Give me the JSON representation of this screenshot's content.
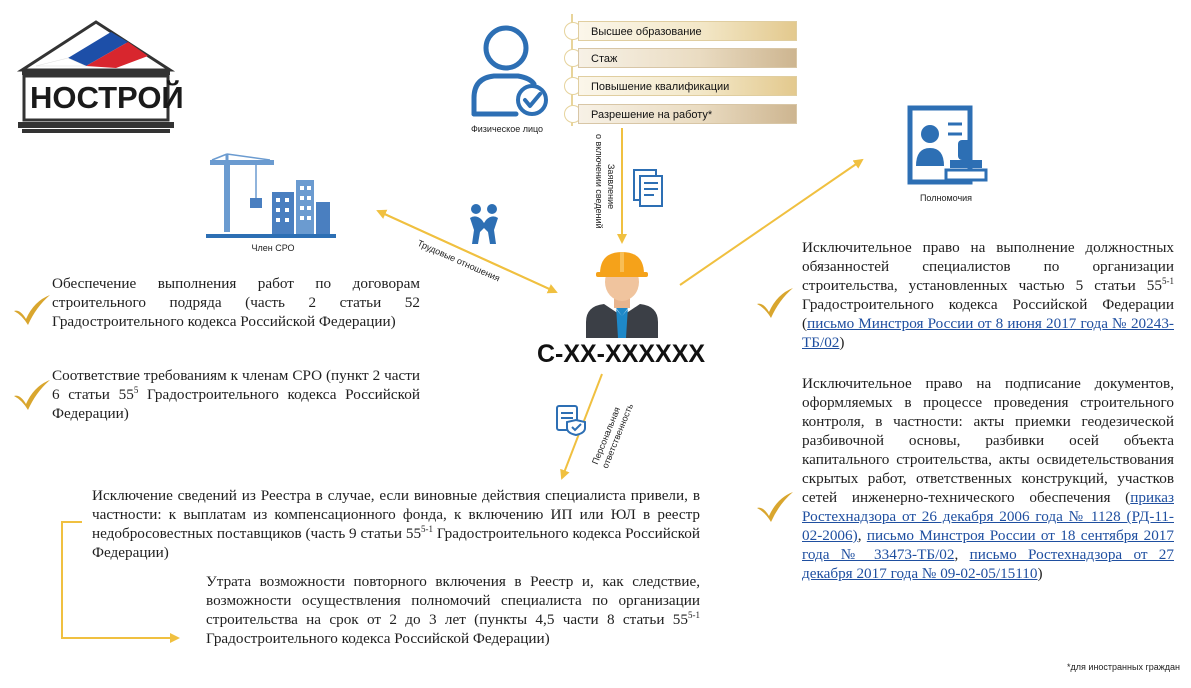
{
  "logo": {
    "text": "НОСТРОЙ"
  },
  "person": {
    "caption": "Физическое лицо"
  },
  "requirements": [
    "Высшее образование",
    "Стаж",
    "Повышение квалификации",
    "Разрешение на работу*"
  ],
  "arrow_labels": {
    "application_line1": "Заявление",
    "application_line2": "о включении сведений",
    "labor": "Трудовые отношения",
    "responsibility_line1": "Персональная",
    "responsibility_line2": "ответственность"
  },
  "member": {
    "caption": "Член СРО"
  },
  "powers": {
    "caption": "Полномочия"
  },
  "specialist": {
    "id": "С-ХХ-ХХХХХХ"
  },
  "left_items": {
    "item1": "Обеспечение выполнения работ по договорам строительного подряда (часть 2 статьи 52 Градостроительного кодекса Российской Федерации)",
    "item2_a": "Соответствие требованиям к членам СРО (пункт 2 части 6 статьи 55",
    "item2_sup": "5",
    "item2_b": " Градостроительного кодекса Российской Федерации)"
  },
  "right_items": {
    "item1_a": "Исключительное право на выполнение должностных обязанностей специалистов по организации строительства, установленных частью 5 статьи 55",
    "item1_sup": "5-1",
    "item1_b": " Градостроительного кодекса Российской Федерации (",
    "item1_link": "письмо Минстроя России от 8 июня 2017 года № 20243-ТБ/02",
    "item1_c": ")",
    "item2_a": "Исключительное право на подписание документов, оформляемых в процессе проведения строительного контроля, в частности: акты приемки геодезической разбивочной основы, разбивки осей объекта капитального строительства, акты освидетельствования скрытых работ, ответственных конструкций, участков сетей инженерно-технического обеспечения (",
    "item2_link1": "приказ Ростехнадзора от 26 декабря 2006 года № 1128 (РД-11-02-2006)",
    "item2_sep1": ", ",
    "item2_link2": "письмо Минстроя России от 18 сентября 2017 года № 33473-ТБ/02",
    "item2_sep2": ", ",
    "item2_link3": "письмо Ростехнадзора от 27 декабря 2017 года № 09-02-05/15110",
    "item2_c": ")"
  },
  "bottom_items": {
    "item1_a": "Исключение сведений из Реестра в случае, если виновные действия специалиста привели, в частности: к выплатам из компенсационного фонда, к включению ИП или ЮЛ в реестр недобросовестных поставщиков (часть 9 статьи 55",
    "item1_sup": "5-1",
    "item1_b": " Градостроительного кодекса Российской Федерации)",
    "item2_a": "Утрата возможности повторного включения в Реестр и, как следствие, возможности осуществления полномочий специалиста по организации строительства на срок от 2 до 3 лет (пункты 4,5 части 8 статьи 55",
    "item2_sup": "5-1",
    "item2_b": " Градостроительного кодекса Российской Федерации)"
  },
  "footnote": "*для иностранных граждан",
  "colors": {
    "accent_blue": "#2d6fb4",
    "gold": "#d9a62e",
    "arrow": "#f0c040",
    "link": "#1f4fa0"
  }
}
